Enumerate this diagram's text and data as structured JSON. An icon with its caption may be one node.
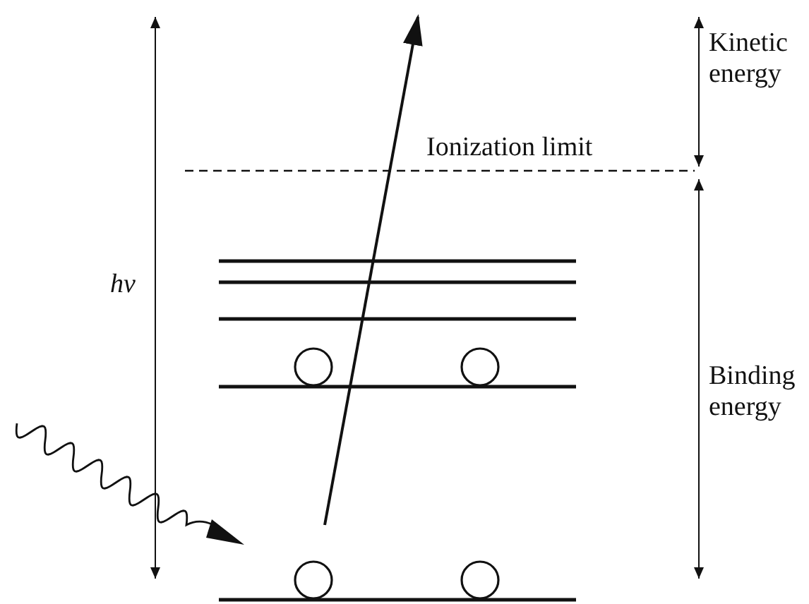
{
  "diagram": {
    "labels": [
      "Kinetic energy",
      "Ionization limit",
      "hν",
      "Binding energy"
    ]
  }
}
